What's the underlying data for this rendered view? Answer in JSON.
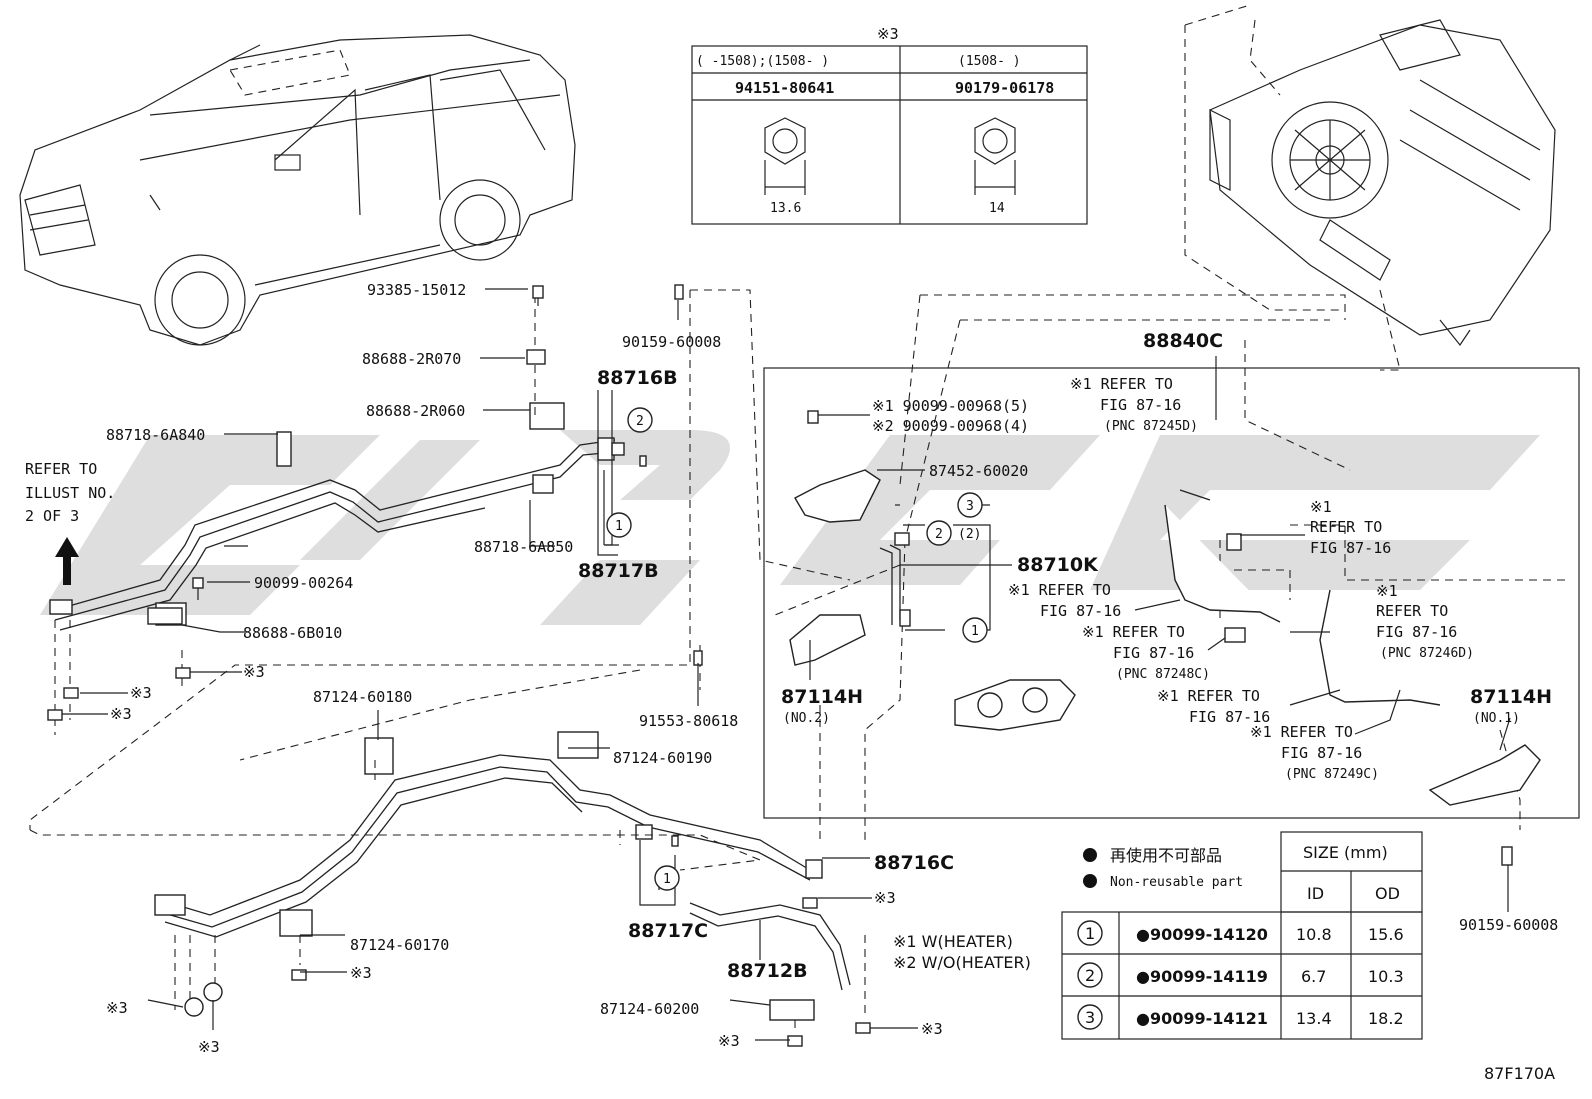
{
  "watermark": {
    "color": "#a9a9a9"
  },
  "vehicle_illustration": {
    "icon": "suv-vehicle-drawing"
  },
  "refer_illust": {
    "lines": [
      "REFER TO",
      "ILLUST NO.",
      "2 OF 3"
    ],
    "icon": "arrow-up-icon"
  },
  "labels": {
    "p93385": "93385-15012",
    "p88688_2r070": "88688-2R070",
    "p88688_2r060": "88688-2R060",
    "p88718_6a840": "88718-6A840",
    "p88718_6a850": "88718-6A850",
    "p90099_00264": "90099-00264",
    "p88688_6b010": "88688-6B010",
    "p90159_60008_top": "90159-60008",
    "p88716b": "88716B",
    "p88717b": "88717B",
    "p91553": "91553-80618",
    "p87124_60180": "87124-60180",
    "p87124_60190": "87124-60190",
    "p87124_60170": "87124-60170",
    "p87124_60200": "87124-60200",
    "p88716c": "88716C",
    "p88717c": "88717C",
    "p88712b": "88712B",
    "p88840c": "88840C",
    "p88710k": "88710K",
    "p87452": "87452-60020",
    "p90099_00968_5": "※1 90099-00968(5)",
    "p90099_00968_4": "※2 90099-00968(4)",
    "p87114h_no2": "87114H",
    "p87114h_no2_sub": "(NO.2)",
    "p87114h_no1": "87114H",
    "p87114h_no1_sub": "(NO.1)",
    "p90159_60008_right": "90159-60008",
    "mark3": "※3",
    "circ1": "1",
    "circ2": "2",
    "circ3": "3",
    "paren2": "(2)"
  },
  "refer_notes": {
    "r1": [
      "※1 REFER TO",
      "FIG 87-16",
      "(PNC 87245D)"
    ],
    "r2": [
      "※1",
      "REFER TO",
      "FIG 87-16"
    ],
    "r3": [
      "※1 REFER TO",
      "FIG 87-16"
    ],
    "r4": [
      "※1 REFER TO",
      "FIG 87-16",
      "(PNC 87248C)"
    ],
    "r5": [
      "※1",
      "REFER TO",
      "FIG 87-16",
      "(PNC 87246D)"
    ],
    "r6": [
      "※1 REFER TO",
      "FIG 87-16"
    ],
    "r7": [
      "※1 REFER TO",
      "FIG 87-16",
      "(PNC 87249C)"
    ]
  },
  "nut_table": {
    "mark": "※3",
    "col1": {
      "range": "(    -1508);(1508-     )",
      "part_no": "94151-80641",
      "size": "13.6"
    },
    "col2": {
      "range": "(1508-        )",
      "part_no": "90179-06178",
      "size": "14"
    }
  },
  "notes": {
    "w_heater": "※1 W(HEATER)",
    "wo_heater": "※2 W/O(HEATER)"
  },
  "legend": {
    "jp": "再使用不可部品",
    "en": "Non-reusable part",
    "icon": "filled-circle-icon"
  },
  "size_table": {
    "title": "SIZE (mm)",
    "col_id": "ID",
    "col_od": "OD",
    "rows": [
      {
        "key": "1",
        "part": "●90099-14120",
        "id": "10.8",
        "od": "15.6"
      },
      {
        "key": "2",
        "part": "●90099-14119",
        "id": "6.7",
        "od": "10.3"
      },
      {
        "key": "3",
        "part": "●90099-14121",
        "id": "13.4",
        "od": "18.2"
      }
    ]
  },
  "figure_code": "87F170A"
}
